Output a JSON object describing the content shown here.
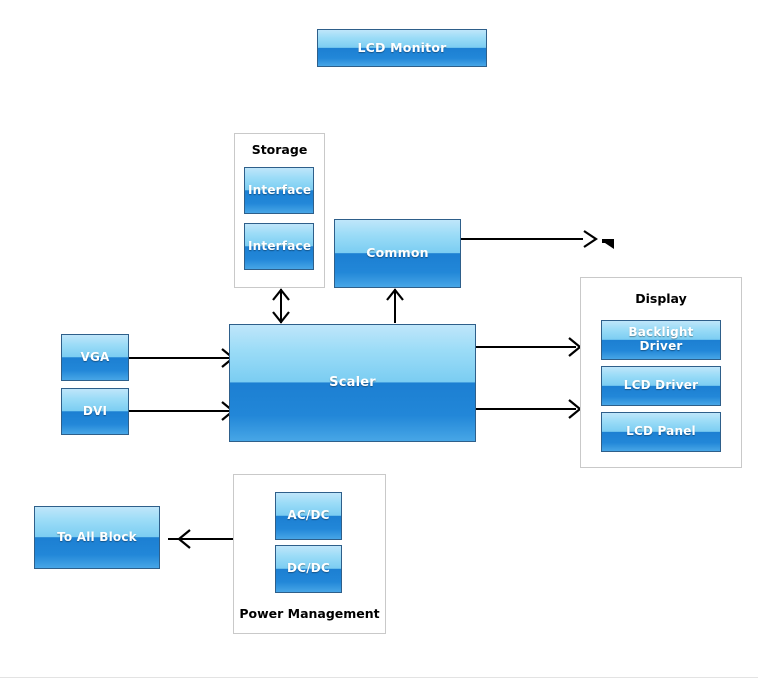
{
  "diagram": {
    "title_block": {
      "label": "LCD Monitor"
    },
    "storage_group": {
      "title": "Storage",
      "items": [
        {
          "label": "Interface"
        },
        {
          "label": "Interface"
        }
      ]
    },
    "common_block": {
      "label": "Common"
    },
    "audio_output": {
      "icon": "speaker-icon"
    },
    "inputs": [
      {
        "label": "VGA"
      },
      {
        "label": "DVI"
      }
    ],
    "scaler_block": {
      "label": "Scaler"
    },
    "display_group": {
      "title": "Display",
      "items": [
        {
          "label": "Backlight Driver"
        },
        {
          "label": "LCD Driver"
        },
        {
          "label": "LCD Panel"
        }
      ]
    },
    "power_group": {
      "title": "Power Management",
      "items": [
        {
          "label": "AC/DC"
        },
        {
          "label": "DC/DC"
        }
      ]
    },
    "to_all_block": {
      "label": "To All Block"
    },
    "connectors": [
      {
        "name": "vga-to-scaler",
        "kind": "arrow-right"
      },
      {
        "name": "dvi-to-scaler",
        "kind": "arrow-right"
      },
      {
        "name": "storage-to-scaler",
        "kind": "arrow-bidirectional-vertical"
      },
      {
        "name": "scaler-to-common",
        "kind": "arrow-up"
      },
      {
        "name": "common-to-speaker",
        "kind": "arrow-right"
      },
      {
        "name": "scaler-to-backlight-driver",
        "kind": "arrow-right"
      },
      {
        "name": "scaler-to-lcd-panel",
        "kind": "arrow-right"
      },
      {
        "name": "power-to-all-block",
        "kind": "arrow-left"
      }
    ],
    "colors": {
      "block_top": "#bfe6fa",
      "block_bottom": "#1c7fd2",
      "block_border": "#2e5f8a",
      "group_border": "#c9c9c9",
      "connector": "#000000",
      "text_on_block": "#ffffff",
      "text_label": "#000000",
      "background": "#ffffff"
    }
  }
}
